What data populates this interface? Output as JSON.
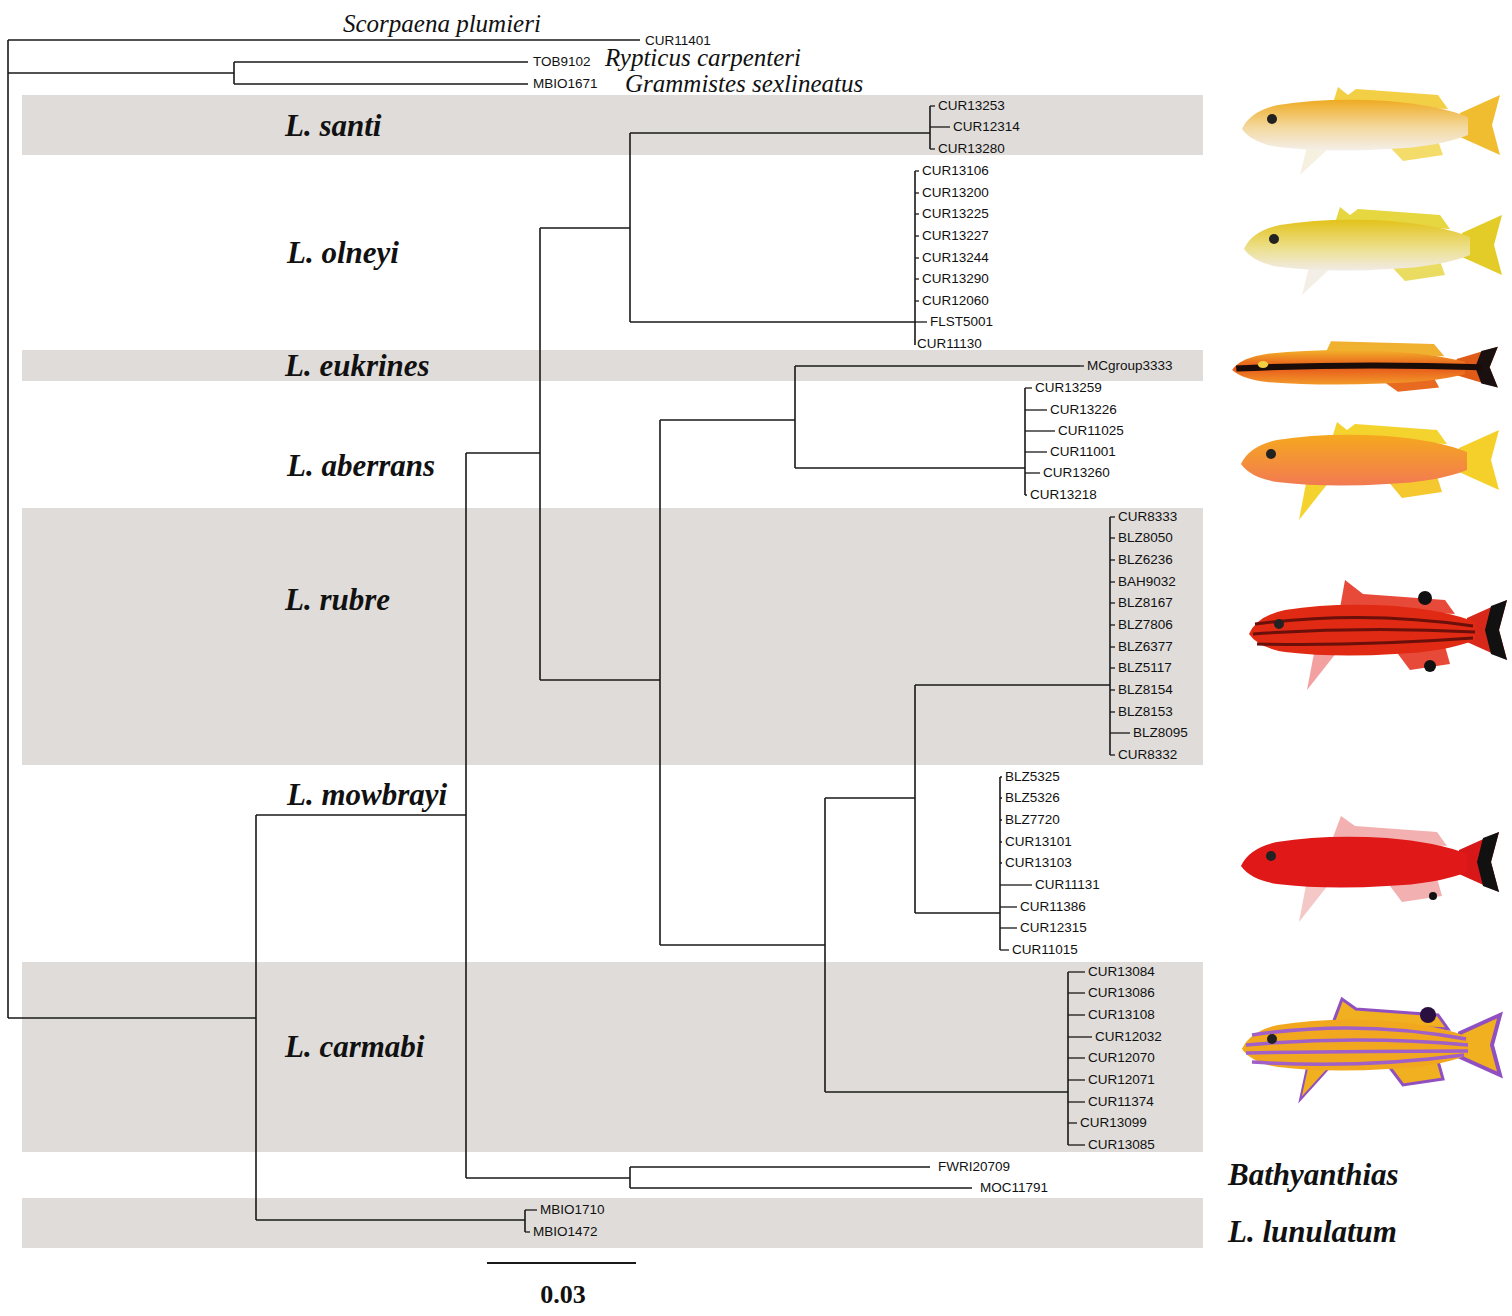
{
  "diagram": {
    "nodes": [
      {
        "text": [
          "L. santi"
        ]
      },
      {
        "text": [
          "L. eukrines"
        ]
      },
      {
        "text": [
          "L. rubre"
        ]
      },
      {
        "text": [
          "L. carmabi"
        ]
      },
      {
        "text": [
          "L. lunulatum"
        ]
      }
    ],
    "labels": [
      "Scorpaena plumieri",
      "CUR11401",
      "TOB9102",
      "Rypticus carpenteri",
      "MBIO1671",
      "Grammistes sexlineatus",
      "CUR13253",
      "CUR12314",
      "CUR13280",
      "L. olneyi",
      "CUR13106",
      "CUR13200",
      "CUR13225",
      "CUR13227",
      "CUR13244",
      "CUR13290",
      "CUR12060",
      "FLST5001",
      "CUR11130",
      "MCgroup3333",
      "L. aberrans",
      "CUR13259",
      "CUR13226",
      "CUR11025",
      "CUR11001",
      "CUR13260",
      "CUR13218",
      "CUR8333",
      "BLZ8050",
      "BLZ6236",
      "BAH9032",
      "BLZ8167",
      "BLZ7806",
      "BLZ6377",
      "BLZ5117",
      "BLZ8154",
      "BLZ8153",
      "BLZ8095",
      "CUR8332",
      "L. mowbrayi",
      "BLZ5325",
      "BLZ5326",
      "BLZ7720",
      "CUR13101",
      "CUR13103",
      "CUR11131",
      "CUR11386",
      "CUR12315",
      "CUR11015",
      "CUR13084",
      "CUR13086",
      "CUR13108",
      "CUR12032",
      "CUR12070",
      "CUR12071",
      "CUR11374",
      "CUR13099",
      "CUR13085",
      "FWRI20709",
      "Bathyanthias",
      "MOC11791",
      "MBIO1710",
      "MBIO1472",
      "0.03"
    ]
  }
}
